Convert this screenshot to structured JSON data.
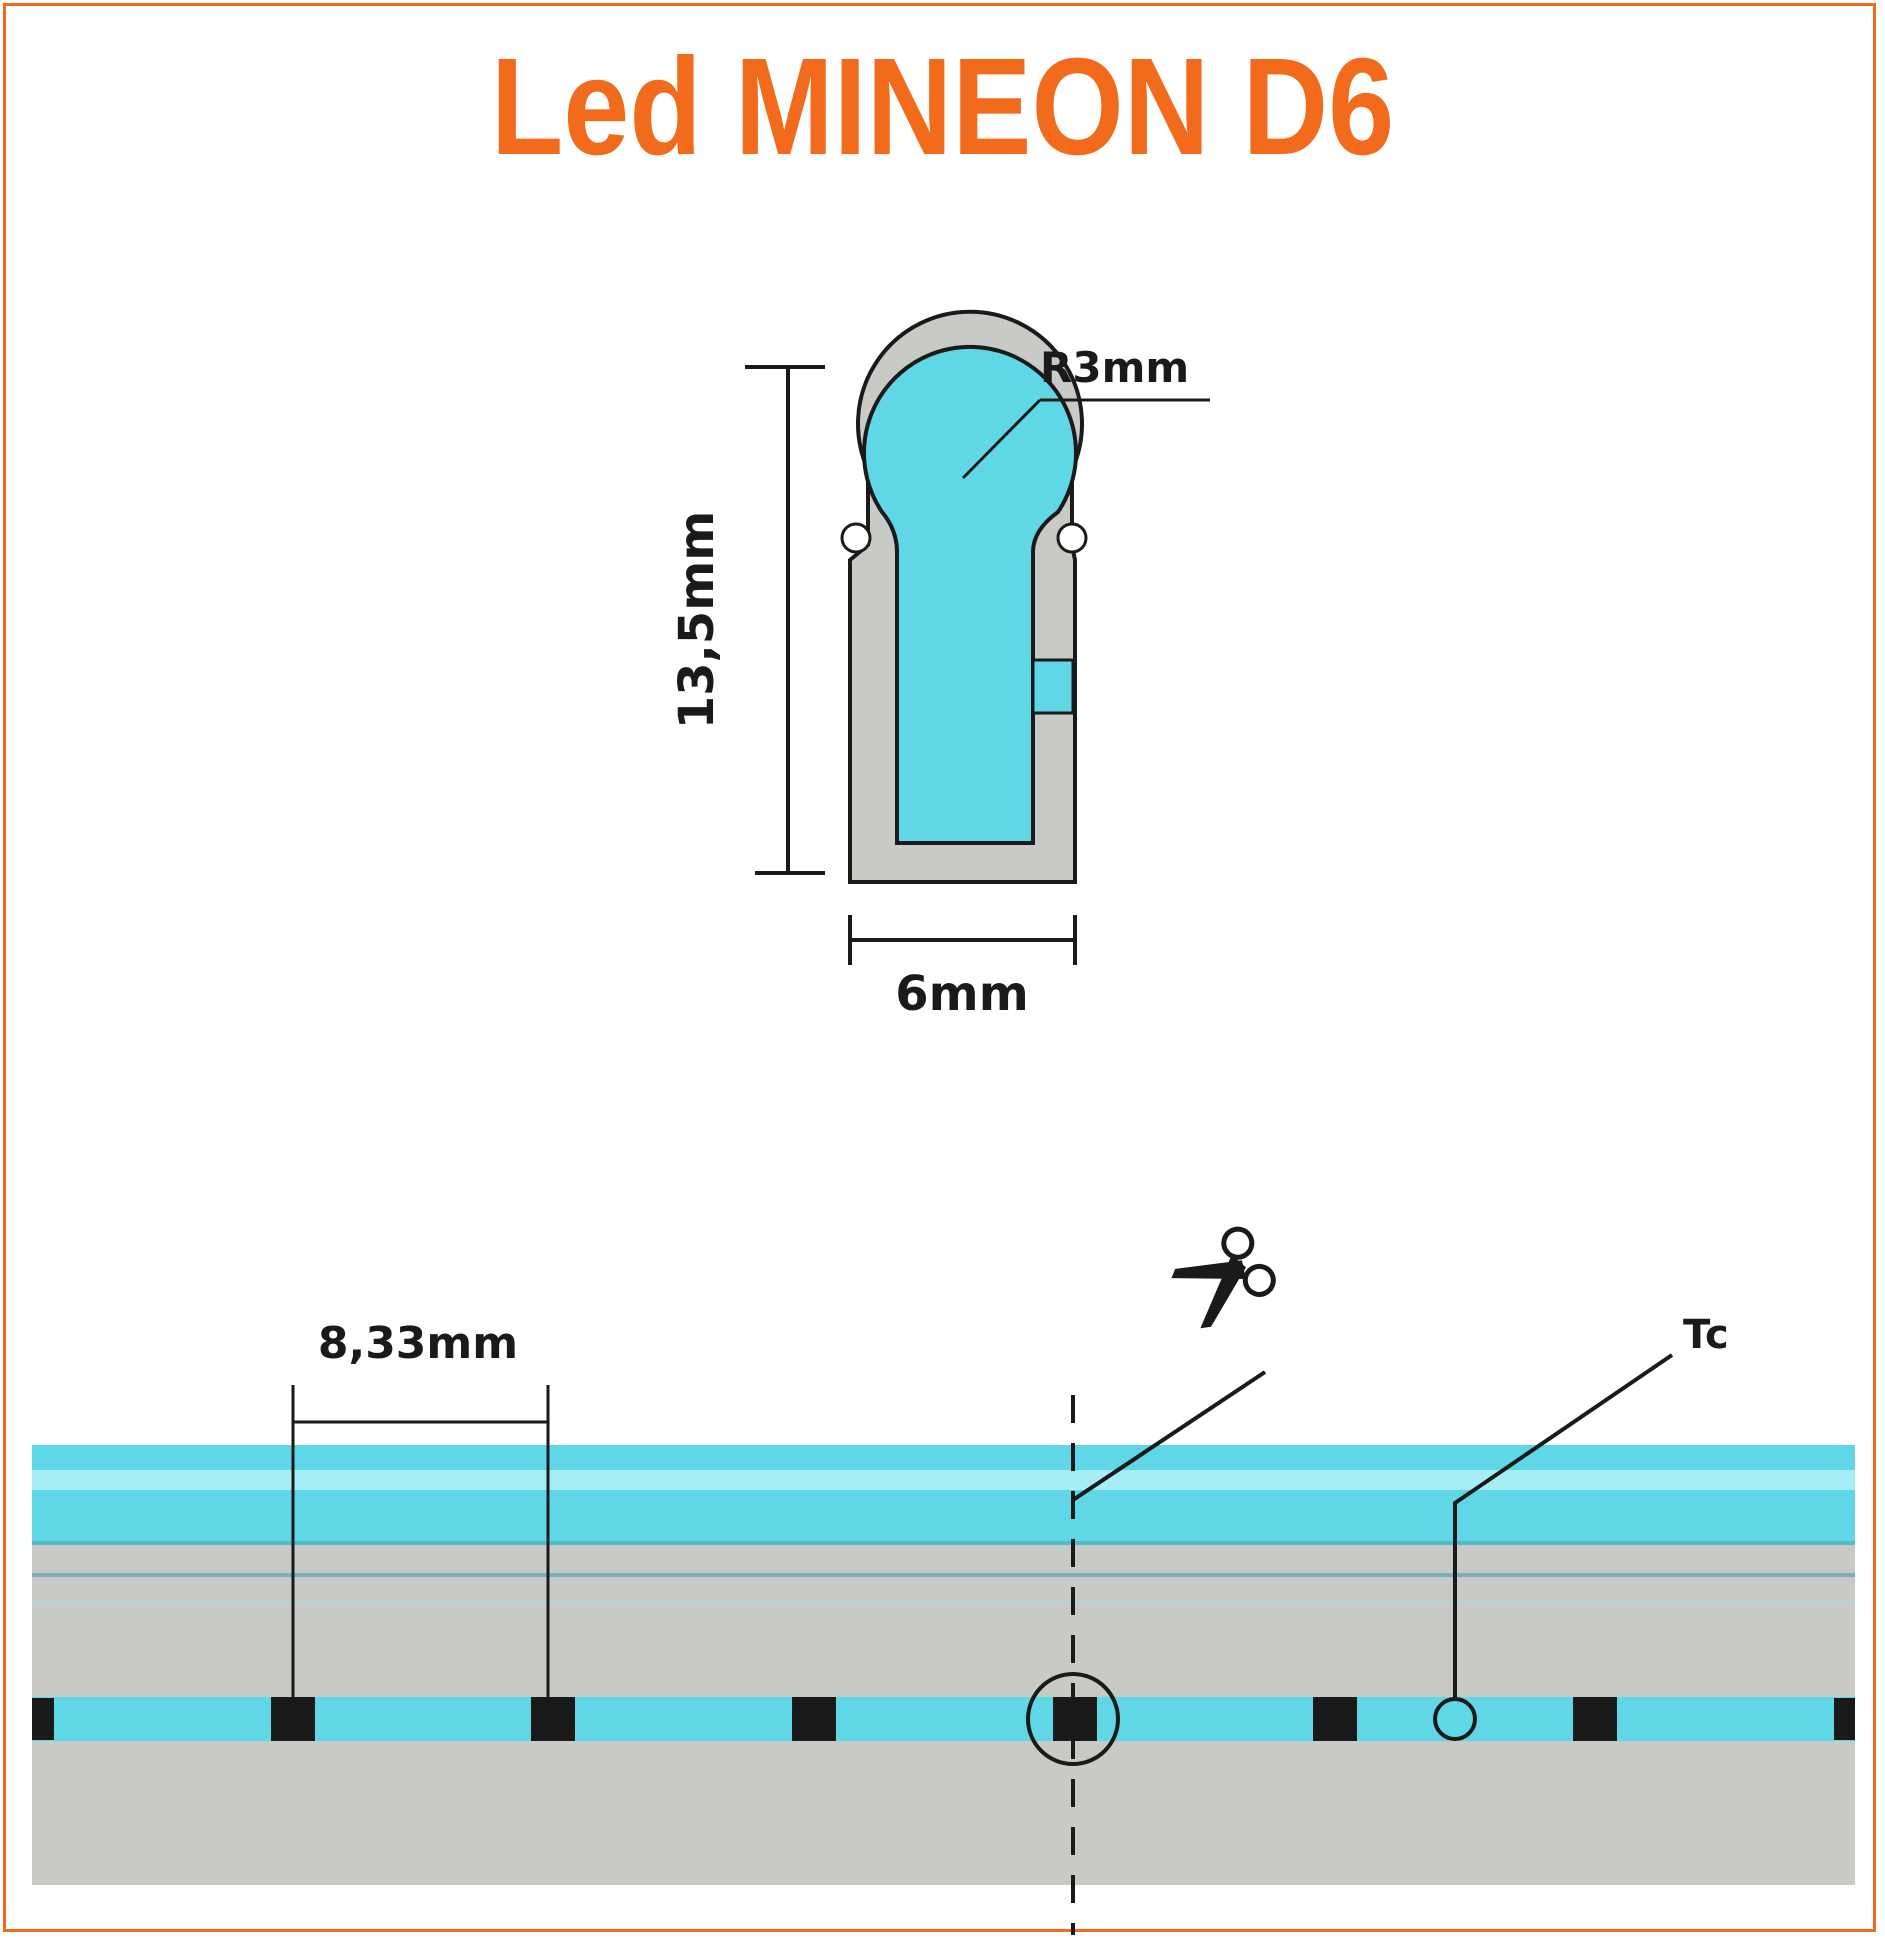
{
  "title": "Led MINEON D6",
  "profile": {
    "radius_label": "R3mm",
    "height_label": "13,5mm",
    "width_label": "6mm"
  },
  "strip": {
    "pitch_label": "8,33mm",
    "tc_label": "Tc"
  },
  "icons": {
    "cut": "scissors-icon"
  },
  "colors": {
    "accent": "#f26a1b",
    "led_cyan": "#5fd7e6",
    "housing_gray": "#c8cac6",
    "line": "#1a1a1a"
  }
}
